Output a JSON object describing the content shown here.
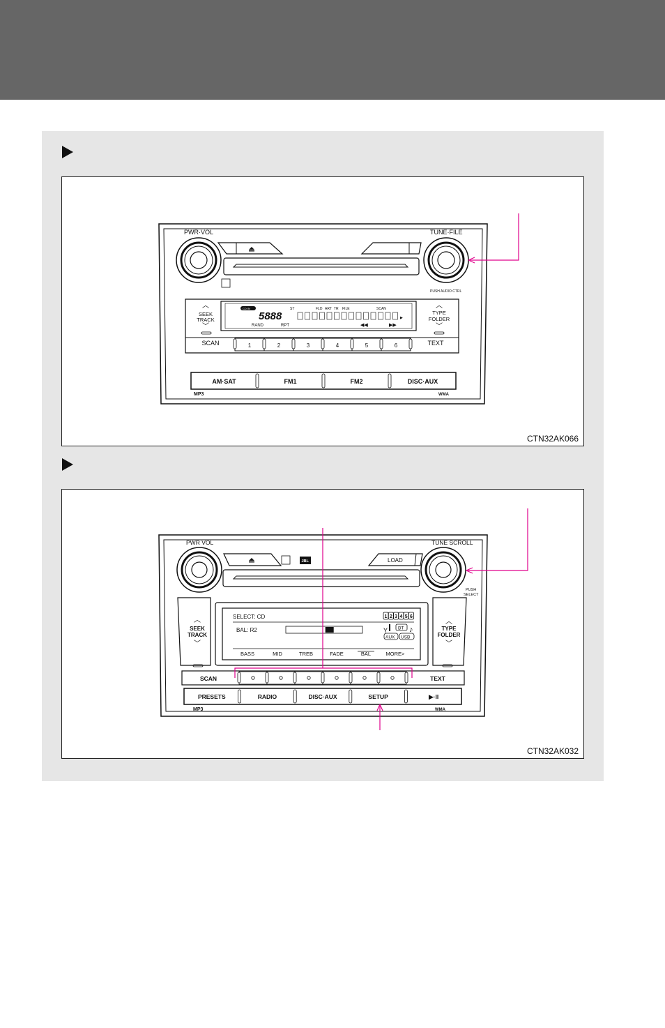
{
  "figure1": {
    "code": "CTN32AK066",
    "knob_left": "PWR·VOL",
    "knob_right": "TUNE·FILE",
    "push_label": "PUSH AUDIO CTRL",
    "seek": [
      "SEEK",
      "TRACK"
    ],
    "type": [
      "TYPE",
      "FOLDER"
    ],
    "scan": "SCAN",
    "text": "TEXT",
    "presets": [
      "1",
      "2",
      "3",
      "4",
      "5",
      "6"
    ],
    "bottom_buttons": [
      "AM·SAT",
      "FM1",
      "FM2",
      "DISC·AUX"
    ],
    "display": {
      "indicators": [
        "CD IN",
        "ST",
        "FLD",
        "ART",
        "TR",
        "FILE",
        "SCAN"
      ],
      "bottom": [
        "RAND",
        "RPT"
      ]
    },
    "mp3": "MP3",
    "wma": "WMA"
  },
  "figure2": {
    "code": "CTN32AK032",
    "knob_left": "PWR VOL",
    "knob_right": "TUNE SCROLL",
    "push_label": [
      "PUSH",
      "SELECT"
    ],
    "load": "LOAD",
    "jbl": "JBL",
    "seek": [
      "SEEK",
      "TRACK"
    ],
    "type": [
      "TYPE",
      "FOLDER"
    ],
    "scan": "SCAN",
    "text": "TEXT",
    "display": {
      "line1": "SELECT: CD",
      "line2": "BAL: R2",
      "discs": [
        "1",
        "2",
        "3",
        "4",
        "5",
        "6"
      ],
      "bt": "BT",
      "aux": "AUX",
      "usb": "USB",
      "menu": [
        "BASS",
        "MID",
        "TREB",
        "FADE",
        "BAL",
        "MORE>"
      ],
      "balance_value": 0.57
    },
    "bottom_buttons": [
      "PRESETS",
      "RADIO",
      "DISC·AUX",
      "SETUP",
      "▶·II"
    ],
    "mp3": "MP3",
    "wma": "WMA"
  },
  "colors": {
    "callout": "#e0008c",
    "header": "#666666",
    "panel": "#e6e6e6"
  }
}
